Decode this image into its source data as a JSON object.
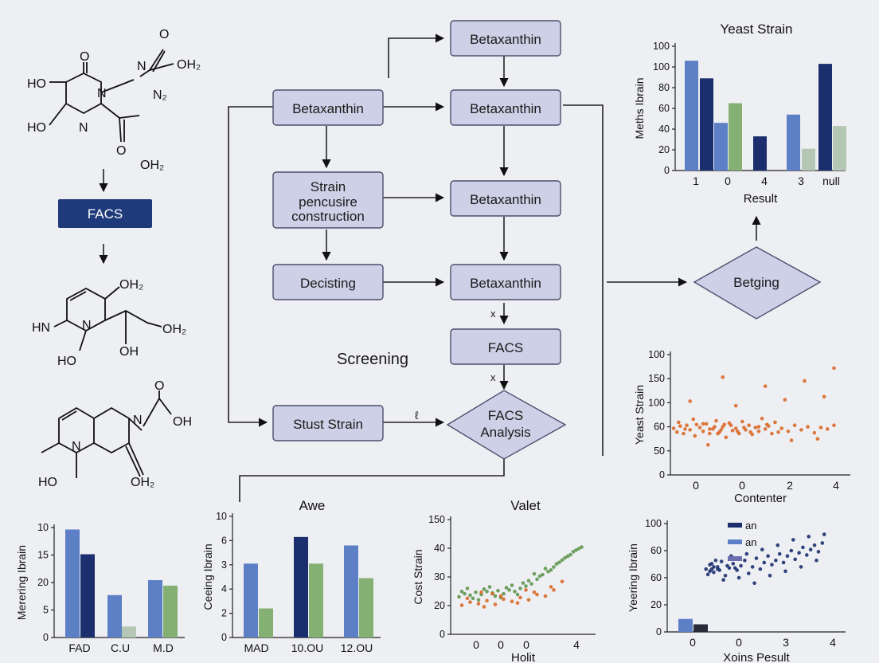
{
  "flow": {
    "left_facs": "FACS",
    "top_betaxanthin": "Betaxanthin",
    "betaxanthin_1": "Betaxanthin",
    "betaxanthin_2": "Betaxanthin",
    "betaxanthin_3": "Betaxanthin",
    "betaxanthin_4": "Betaxanthin",
    "strain_line1": "Strain",
    "strain_line2": "pencusire",
    "strain_line3": "construction",
    "decisting": "Decisting",
    "stust_strain": "Stust Strain",
    "facs": "FACS",
    "facs_analysis_1": "FACS",
    "facs_analysis_2": "Analysis",
    "screening": "Screening",
    "betging": "Betging",
    "x_mark_1": "x",
    "x_mark_2": "x",
    "small_mark": "ℓ"
  },
  "molecules": {
    "m1": {
      "ho1": "HO",
      "ho2": "HO",
      "o_top": "O",
      "n_ring": "N",
      "n_ring2": "N",
      "n_side": "N",
      "o_acid": "O",
      "oh2_acid": "OH₂",
      "n2": "N₂",
      "o_ester": "O",
      "oh2_ester": "OH₂"
    },
    "m2": {
      "oh2_top": "OH₂",
      "hn": "HN",
      "n_ring": "N",
      "ho": "HO",
      "oh": "OH",
      "oh2_side": "OH₂"
    },
    "m3": {
      "n_ring": "N",
      "n_side": "N",
      "o_top": "O",
      "oh": "OH",
      "ho": "HO",
      "oh2": "OH₂"
    }
  },
  "chart_data": [
    {
      "id": "yeast-strain-bar",
      "type": "bar",
      "title": "Yeast Strain",
      "xlabel": "Result",
      "ylabel": "Meths Ibrain",
      "yticks": [
        "0",
        "20",
        "40",
        "60",
        "80",
        "100",
        "100"
      ],
      "xticks": [
        "1",
        "0",
        "4",
        "3",
        "null"
      ],
      "bars": [
        {
          "value": 106,
          "color": "#5d7fc6"
        },
        {
          "value": 89,
          "color": "#1b2f6e"
        },
        {
          "value": 46,
          "color": "#5d7fc6"
        },
        {
          "value": 65,
          "color": "#84b073"
        },
        {
          "value": 33,
          "color": "#1b2f6e"
        },
        {
          "value": 54,
          "color": "#5d7fc6"
        },
        {
          "value": 21,
          "color": "#b4c7b4"
        },
        {
          "value": 103,
          "color": "#1b2f6e"
        },
        {
          "value": 43,
          "color": "#b4c7b4"
        }
      ],
      "ylim": [
        0,
        120
      ]
    },
    {
      "id": "yeast-strain-scatter",
      "type": "scatter",
      "title": "",
      "xlabel": "Contenter",
      "ylabel": "Yeast Strain",
      "yticks": [
        "0",
        "50",
        "60",
        "100",
        "150",
        "100"
      ],
      "xticks": [
        "0",
        "0",
        "2",
        "4"
      ],
      "color": "#d9692a",
      "points": [
        [
          -0.9,
          62
        ],
        [
          -0.8,
          57
        ],
        [
          -0.75,
          70
        ],
        [
          -0.6,
          55
        ],
        [
          -0.5,
          66
        ],
        [
          -0.4,
          60
        ],
        [
          -0.3,
          74
        ],
        [
          -0.25,
          52
        ],
        [
          -0.1,
          63
        ],
        [
          0,
          58
        ],
        [
          0.1,
          68
        ],
        [
          0.2,
          55
        ],
        [
          0.3,
          61
        ],
        [
          0.4,
          72
        ],
        [
          0.5,
          57
        ],
        [
          0.6,
          64
        ],
        [
          0.7,
          50
        ],
        [
          0.8,
          69
        ],
        [
          0.9,
          59
        ],
        [
          1.0,
          62
        ],
        [
          1.1,
          55
        ],
        [
          1.2,
          71
        ],
        [
          1.3,
          60
        ],
        [
          1.4,
          66
        ],
        [
          1.5,
          54
        ],
        [
          1.6,
          63
        ],
        [
          1.7,
          58
        ],
        [
          1.8,
          75
        ],
        [
          1.9,
          61
        ],
        [
          2.0,
          65
        ],
        [
          2.1,
          55
        ],
        [
          2.2,
          70
        ],
        [
          2.4,
          62
        ],
        [
          2.6,
          58
        ],
        [
          2.8,
          66
        ],
        [
          3.0,
          60
        ],
        [
          3.2,
          64
        ],
        [
          3.4,
          56
        ],
        [
          3.6,
          63
        ],
        [
          3.8,
          61
        ],
        [
          4.0,
          66
        ],
        [
          -0.7,
          65
        ],
        [
          -0.2,
          67
        ],
        [
          0.35,
          64
        ],
        [
          0.55,
          60
        ],
        [
          0.85,
          66
        ],
        [
          1.05,
          58
        ],
        [
          1.25,
          63
        ],
        [
          1.45,
          57
        ],
        [
          1.7,
          64
        ],
        [
          0.0,
          68
        ],
        [
          0.2,
          61
        ],
        [
          0.45,
          55
        ],
        [
          0.65,
          67
        ],
        [
          -0.55,
          61
        ],
        [
          1.95,
          67
        ],
        [
          2.3,
          57
        ],
        [
          0.15,
          40
        ],
        [
          2.7,
          46
        ],
        [
          3.5,
          48
        ],
        [
          0.6,
          130
        ],
        [
          1.9,
          118
        ],
        [
          3.1,
          125
        ],
        [
          4.0,
          142
        ],
        [
          -0.4,
          98
        ],
        [
          1.0,
          92
        ],
        [
          2.5,
          100
        ],
        [
          3.7,
          104
        ]
      ],
      "xlim": [
        -1,
        4.5
      ],
      "ylim": [
        0,
        160
      ]
    },
    {
      "id": "merening-bar",
      "type": "bar",
      "title": "",
      "xlabel": "",
      "ylabel": "Merering Ibrain",
      "yticks": [
        "0",
        "5",
        "20",
        "15",
        "10"
      ],
      "xticks": [
        "FAD",
        "C.U",
        "M.D"
      ],
      "bars": [
        {
          "value": 27.5,
          "color": "#5d7fc6"
        },
        {
          "value": 21.2,
          "color": "#1b2f6e"
        },
        {
          "value": 10.8,
          "color": "#5d7fc6"
        },
        {
          "value": 2.8,
          "color": "#b4c7b4"
        },
        {
          "value": 14.6,
          "color": "#5d7fc6"
        },
        {
          "value": 13.2,
          "color": "#84b073"
        }
      ],
      "ylim": [
        0,
        28
      ]
    },
    {
      "id": "awe-bar",
      "type": "bar",
      "title": "Awe",
      "xlabel": "",
      "ylabel": "Ceeing Ibrain",
      "yticks": [
        "0",
        "2",
        "4",
        "3",
        "6",
        "10"
      ],
      "xticks": [
        "MAD",
        "10.OU",
        "12.OU"
      ],
      "bars": [
        {
          "value": 6.1,
          "color": "#5d7fc6"
        },
        {
          "value": 2.4,
          "color": "#84b073"
        },
        {
          "value": 8.3,
          "color": "#1b2f6e"
        },
        {
          "value": 6.1,
          "color": "#84b073"
        },
        {
          "value": 7.6,
          "color": "#5d7fc6"
        },
        {
          "value": 4.9,
          "color": "#84b073"
        }
      ],
      "ylim": [
        0,
        10
      ]
    },
    {
      "id": "valet-scatter",
      "type": "scatter",
      "title": "Valet",
      "xlabel": "Holit",
      "ylabel": "Cost Strain",
      "yticks": [
        "0",
        "20",
        "30",
        "40",
        "150"
      ],
      "xticks": [
        "0",
        "0",
        "0",
        "4"
      ],
      "series": [
        {
          "name": "",
          "color": "#5e9650",
          "points": [
            [
              0.1,
              49
            ],
            [
              0.3,
              53
            ],
            [
              0.5,
              51
            ],
            [
              0.7,
              55
            ],
            [
              0.9,
              52
            ],
            [
              1.1,
              56
            ],
            [
              1.3,
              54
            ],
            [
              1.5,
              57
            ],
            [
              1.7,
              53
            ],
            [
              1.9,
              58
            ],
            [
              2.1,
              56
            ],
            [
              2.3,
              60
            ],
            [
              2.5,
              63
            ],
            [
              2.7,
              66
            ],
            [
              2.9,
              72
            ],
            [
              3.1,
              78
            ],
            [
              3.3,
              82
            ],
            [
              3.5,
              88
            ],
            [
              3.7,
              94
            ],
            [
              3.9,
              100
            ],
            [
              4.1,
              104
            ],
            [
              4.3,
              110
            ],
            [
              4.5,
              114
            ],
            [
              0.2,
              56
            ],
            [
              0.6,
              47
            ],
            [
              1.0,
              59
            ],
            [
              1.4,
              50
            ],
            [
              1.8,
              61
            ],
            [
              2.2,
              52
            ],
            [
              2.6,
              70
            ],
            [
              3.0,
              76
            ],
            [
              3.4,
              84
            ],
            [
              3.8,
              97
            ],
            [
              4.2,
              108
            ],
            [
              0.4,
              60
            ],
            [
              0.8,
              45
            ],
            [
              1.2,
              62
            ],
            [
              1.6,
              48
            ],
            [
              2.0,
              64
            ],
            [
              2.4,
              67
            ],
            [
              2.8,
              79
            ],
            [
              3.2,
              86
            ],
            [
              3.6,
              92
            ],
            [
              4.0,
              102
            ],
            [
              4.4,
              112
            ]
          ]
        },
        {
          "name": "",
          "color": "#d9692a",
          "points": [
            [
              0.2,
              38
            ],
            [
              0.5,
              42
            ],
            [
              0.8,
              40
            ],
            [
              1.1,
              44
            ],
            [
              1.4,
              39
            ],
            [
              1.7,
              46
            ],
            [
              2.0,
              43
            ],
            [
              2.3,
              48
            ],
            [
              2.6,
              45
            ],
            [
              2.9,
              52
            ],
            [
              3.2,
              50
            ],
            [
              3.5,
              58
            ],
            [
              0.4,
              47
            ],
            [
              1.0,
              36
            ],
            [
              1.6,
              50
            ],
            [
              2.2,
              41
            ],
            [
              2.8,
              55
            ],
            [
              3.4,
              62
            ],
            [
              3.8,
              69
            ],
            [
              1.3,
              53
            ],
            [
              2.5,
              58
            ],
            [
              0.9,
              55
            ]
          ]
        }
      ],
      "xlim": [
        -0.2,
        5
      ],
      "ylim": [
        0,
        150
      ]
    },
    {
      "id": "yeering-scatter",
      "type": "scatter",
      "title": "",
      "xlabel": "Xoins Pesult",
      "ylabel": "Yeering Ibrain",
      "yticks": [
        "0",
        "20",
        "60",
        "60",
        "100"
      ],
      "xticks": [
        "0",
        "0",
        "3",
        "4"
      ],
      "legend": [
        {
          "label": "an",
          "color": "#1b2f6e"
        },
        {
          "label": "an",
          "color": "#5d7fc6"
        },
        {
          "label": "",
          "color": "#6b6fb0"
        }
      ],
      "bars": [
        {
          "value": 12,
          "color": "#5d7fc6"
        },
        {
          "value": 7,
          "color": "#2a2a3a"
        }
      ],
      "color": "#1b2f6e",
      "points": [
        [
          1.0,
          58
        ],
        [
          1.1,
          62
        ],
        [
          1.2,
          55
        ],
        [
          1.3,
          60
        ],
        [
          1.4,
          65
        ],
        [
          1.5,
          52
        ],
        [
          1.6,
          59
        ],
        [
          1.7,
          63
        ],
        [
          1.8,
          57
        ],
        [
          1.9,
          61
        ],
        [
          2.0,
          66
        ],
        [
          2.1,
          54
        ],
        [
          2.2,
          60
        ],
        [
          2.3,
          68
        ],
        [
          2.4,
          58
        ],
        [
          2.5,
          64
        ],
        [
          2.6,
          70
        ],
        [
          2.7,
          62
        ],
        [
          2.8,
          66
        ],
        [
          2.9,
          72
        ],
        [
          3.0,
          64
        ],
        [
          3.1,
          70
        ],
        [
          3.2,
          75
        ],
        [
          3.3,
          67
        ],
        [
          3.4,
          73
        ],
        [
          3.5,
          78
        ],
        [
          3.6,
          71
        ],
        [
          3.7,
          76
        ],
        [
          3.8,
          80
        ],
        [
          3.9,
          74
        ],
        [
          4.0,
          82
        ],
        [
          1.05,
          53
        ],
        [
          1.25,
          66
        ],
        [
          1.45,
          48
        ],
        [
          1.65,
          70
        ],
        [
          1.85,
          50
        ],
        [
          2.05,
          72
        ],
        [
          2.25,
          45
        ],
        [
          2.45,
          76
        ],
        [
          2.65,
          52
        ],
        [
          2.85,
          80
        ],
        [
          3.05,
          56
        ],
        [
          3.25,
          85
        ],
        [
          3.45,
          60
        ],
        [
          3.65,
          88
        ],
        [
          3.85,
          66
        ],
        [
          4.05,
          90
        ],
        [
          1.15,
          58
        ],
        [
          1.35,
          57
        ],
        [
          1.55,
          61
        ],
        [
          1.75,
          59
        ],
        [
          1.1,
          56
        ],
        [
          1.2,
          60
        ],
        [
          1.3,
          58
        ],
        [
          1.15,
          63
        ]
      ],
      "xlim": [
        0,
        4.6
      ],
      "ylim": [
        0,
        100
      ]
    }
  ]
}
